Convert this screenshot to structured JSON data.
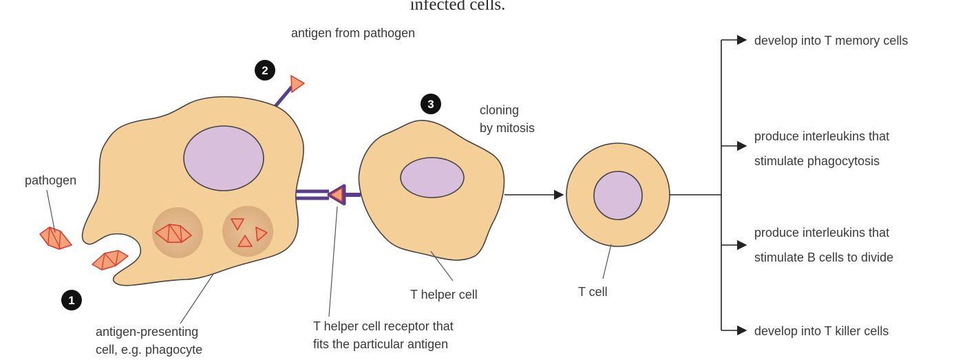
{
  "heading_fragment": "infected cells.",
  "steps": {
    "one": "1",
    "two": "2",
    "three": "3"
  },
  "labels": {
    "antigen_from_pathogen": "antigen from pathogen",
    "pathogen": "pathogen",
    "apc_line1": "antigen-presenting",
    "apc_line2": "cell, e.g. phagocyte",
    "receptor_line1": "T helper cell receptor that",
    "receptor_line2": "fits the particular antigen",
    "cloning_line1": "cloning",
    "cloning_line2": "by mitosis",
    "t_helper_cell": "T helper cell",
    "t_cell": "T cell"
  },
  "outcomes": [
    {
      "line1": "develop into T memory cells",
      "line2": ""
    },
    {
      "line1": "produce interleukins that",
      "line2": "stimulate phagocytosis"
    },
    {
      "line1": "produce interleukins that",
      "line2": "stimulate B cells to divide"
    },
    {
      "line1": "develop into T killer cells",
      "line2": ""
    }
  ],
  "colors": {
    "cell_fill": "#f5cf98",
    "nucleus_fill": "#d8bfdc",
    "vacuole_fill": "#e0b486",
    "receptor": "#5a3d8c",
    "antigen_fill": "#f3a277",
    "antigen_edge": "#d9372b"
  }
}
